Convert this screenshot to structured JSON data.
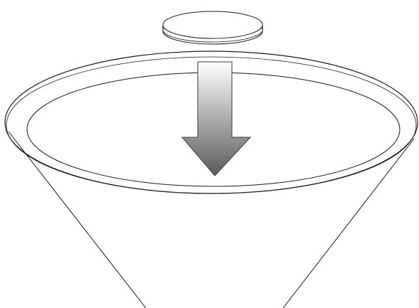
{
  "diagram": {
    "elements": [
      "disc-lid",
      "cone-funnel",
      "downward-arrow"
    ],
    "colors": {
      "background": "#ffffff",
      "stroke": "#1a1a1a",
      "disc_fill": "#ffffff",
      "arrow_top": "#ffffff",
      "arrow_bottom": "#5a5a5a",
      "arrow_stroke": "#3a3a3a"
    },
    "arrow_direction": "down"
  }
}
